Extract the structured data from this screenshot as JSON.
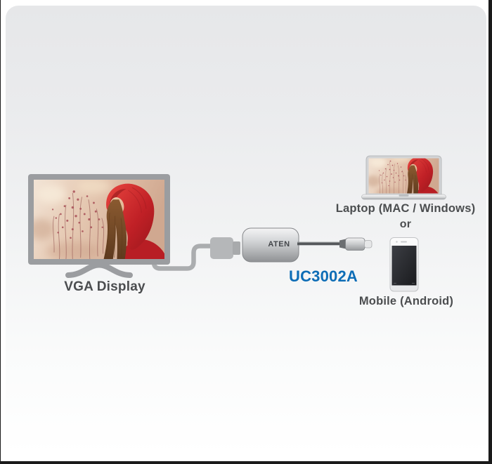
{
  "labels": {
    "vga_display": "VGA Display",
    "model": "UC3002A",
    "laptop": "Laptop (MAC / Windows)",
    "or": "or",
    "mobile": "Mobile (Android)"
  },
  "adapter": {
    "brand": "ATEN"
  },
  "colors": {
    "model_text_blue": "#0d6db6",
    "label_gray": "#4b4d4f",
    "device_gray": "#9b9da0",
    "photo_red": "#c02026",
    "panel_top": "#e6e7e9",
    "panel_bottom": "#ffffff"
  }
}
